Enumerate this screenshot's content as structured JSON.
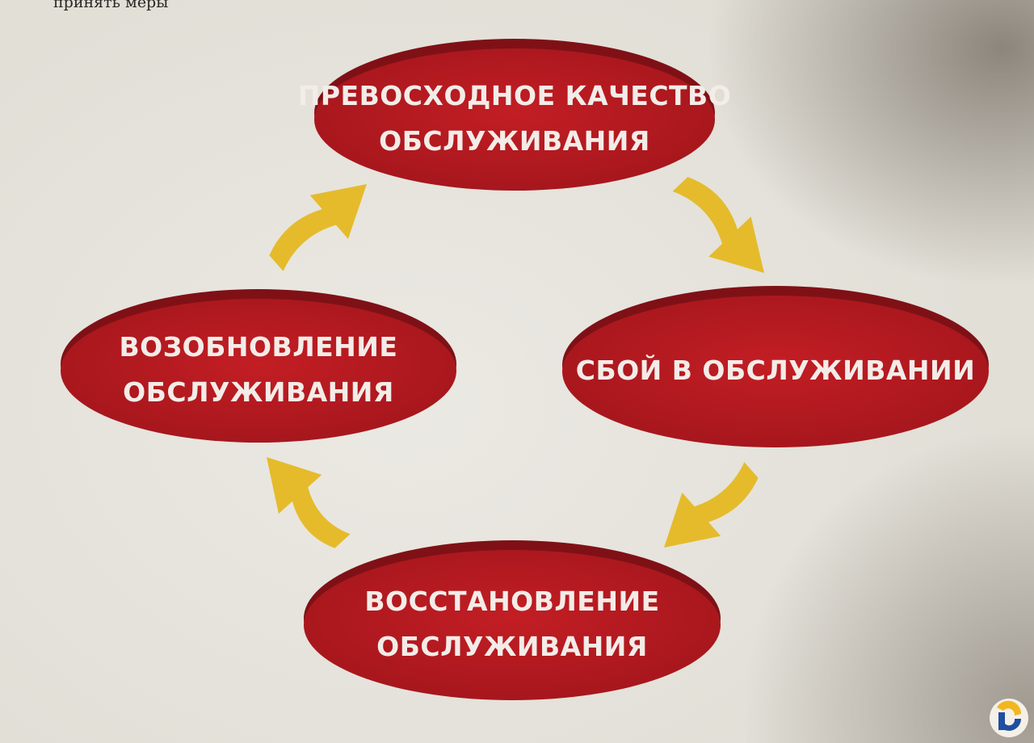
{
  "page": {
    "header_text": "принять меры"
  },
  "diagram": {
    "nodes": [
      {
        "id": "quality",
        "lines": [
          "ПРЕВОСХОДНОЕ КАЧЕСТВО",
          "ОБСЛУЖИВАНИЯ"
        ]
      },
      {
        "id": "failure",
        "lines": [
          "СБОЙ В ОБСЛУЖИВАНИИ"
        ]
      },
      {
        "id": "recovery",
        "lines": [
          "ВОССТАНОВЛЕНИЕ",
          "ОБСЛУЖИВАНИЯ"
        ]
      },
      {
        "id": "renewal",
        "lines": [
          "ВОЗОБНОВЛЕНИЕ",
          "ОБСЛУЖИВАНИЯ"
        ]
      }
    ],
    "edges": [
      {
        "from": "quality",
        "to": "failure"
      },
      {
        "from": "failure",
        "to": "recovery"
      },
      {
        "from": "recovery",
        "to": "renewal"
      },
      {
        "from": "renewal",
        "to": "quality"
      }
    ],
    "colors": {
      "node_fill": "#b4191f",
      "node_shadow": "#7f1116",
      "node_text": "#f3ece8",
      "arrow": "#e5bb2c"
    }
  }
}
